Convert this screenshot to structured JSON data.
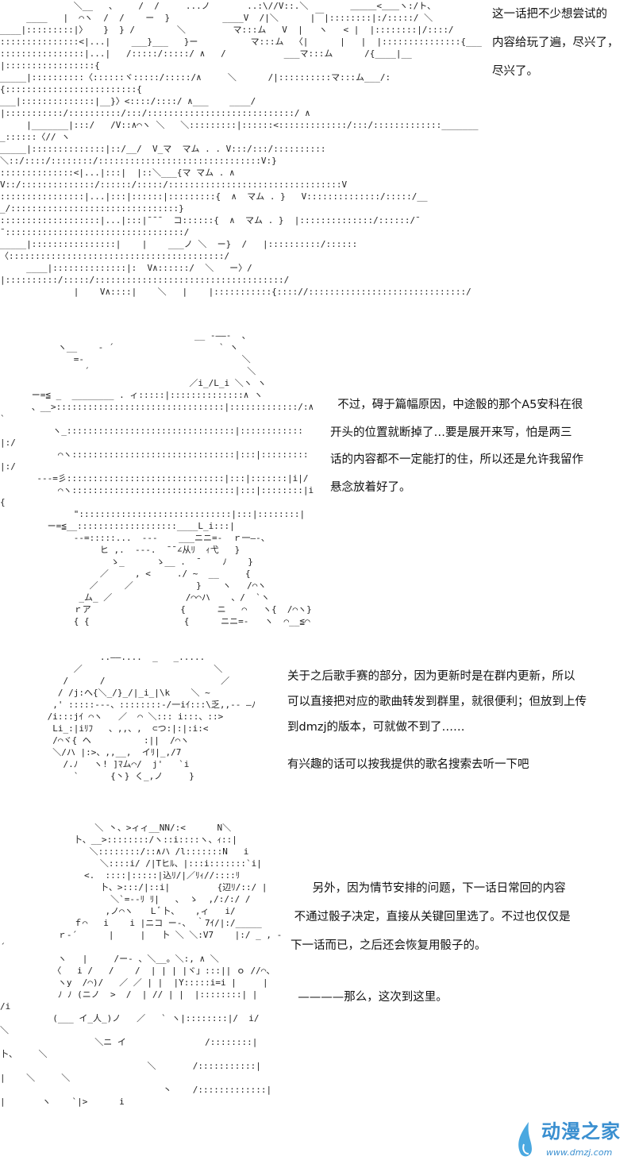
{
  "art": {
    "block1": [
      "              ＼__   、    /  /     ...ノ       ..:\\//V::.＼        ＿＿＿<＿＿ヽ:/ト、",
      "     ____   |  ⌒ヽ  /  /    ー  }          ____V  /|＼      |￣|::::::::|:/:::::/ ＼",
      "____|:::::::::|〉   }  } /        ＼         マ:::ム   V  |   ヽ   < |  |::::::::|/::::/",
      ":::::::::::::::<|...|    ___}___   }ー          マ:::ム  〈|      |   |  |:::::::::::::::{___",
      "::::::::::::::::|...|   /:::::/:::::/ ∧   /           ___マ:::ム      /{____|__|:::::::::::::::::{",
      "_____|::::::::::〈::::::ヾ:::::/:::::/∧     ＼      /|::::::::::マ:::ム___/:{:::::::::::::::::::::::::{",
      "___|::::::::::::::|__}〉<::::/::::/ ∧___    ____/|:::::::::::/::::::::::/:::/::::::::::::::::::::::::::::/ ∧",
      "     |_______|:::/   /V::∧⌒ヽ ＼   ＼:::::::::|::::::<:::::::::::::/:::/:::::::::::::________::::::〈// ヽ",
      "_____|::::::::::::::|::/__/  V_マ  マム . . V:::/:::/::::::::::＼::/::::/::::::::/:::::::::::::::::::::::::::::::V:}",
      "::::::::::::::<|...|:::|  |::＼___{マ マム . ∧  V::/::::::::::::::/::::::/:::::/:::::::::::::::::::::::::::::::::V",
      "::::::::::::::::|...|:::|::::::|:::::::::{  ∧  マム . }   V::::::::::::::/:::::/___/::::::::::::::::::::::::::::::::}",
      ":::::::::::::::::::|...|:::|¯¯¯  コ::::::{  ∧  マム . }  |::::::::::::::/::::::/¯¯::::::::::::::::::::::::::::::::::/",
      "_____|::::::::::::::::|    |    ___ノ ＼  ー}  /   |::::::::::/::::::〈:::::::::::::::::::::::::::::::::::::::::/",
      "     ____|::::::::::::::|:  V∧::::::/  ＼   ー〉/    |::::::::::/:::::/::::::::::::::::::::::::::::::::::::/",
      "              |    V∧::::|    ＼   |    |:::::::::::{:::://::::::::::::::::::::::::::::::/"
    ],
    "block2": [
      "                                     __ -――-  、",
      "           ヽ__    - ´                    ` ヽ",
      "              =-                              ＼",
      "                ´                              ＼",
      "                                    ／i_/L_i ＼ヽ ヽ",
      "      ー=≦ _  ________ . ィ:::::|::::::::::::::∧ ヽ",
      "      、__>::::::::::::::::::::::::::::::::|:::::::::::::/:∧ `",
      "          ヽ_::::::::::::::::::::::::::::::::|::::::::::::|:/",
      "           ⌒ヽ:::::::::::::::::::::::::::::::|:::|:::::::::|:/",
      "       ---=彡::::::::::::::::::::::::::::::|:::|:::::::|i|/",
      "           ⌒ヽ:::::::::::::::::::::::::::::::|:::|::::::::|i{",
      "              \":::::::::::::::::::::::::::::|:::|::::::::|",
      "         ー=≦__:::::::::::::::::::____L_i:::|",
      "              --=:::::...  ---    ___ニニ=-  ｒ一―-、",
      "                   ヒ ,.  ---.  ̄ ̄ ∠从ﾘ  ｨ弋   }",
      "                     ゝ_      ゝ__ .  ̄     ﾉ    }",
      "                   ／     , <     ./ ~  __     {",
      "                 ／     ／            }    ヽ   /⌒ヽ",
      "               _ム_ ／              /⌒⌒ハ    、/  `ヽ",
      "              ｒア                 {      ニ   ⌒   ヽ{  /⌒ヽ}",
      "              { {                  {      ニニ=-   ヽ  ⌒__≦⌒"
    ],
    "block3": [
      "                   ..――....  _   _.....",
      "              ／                         ＼",
      "            /      /                      ／",
      "           / /j:へ{＼_/}_/|_i_|\\k    ＼ ~",
      "          ,' :::::---、::::::::-/一iｲ:::\\乏,,-- ―ﾉ",
      "         /i:::jｲ ⌒ヽ   ／  ⌒ ＼::: i:::、::>",
      "          Li_:|iﾘﾌ   、,,、,  ⊂つ:|:|:i:<",
      "          /⌒ヾ{ ヘ          :||  /⌒ヽ",
      "          ＼/ハ |:>、,,__,  イﾘ|_,/7",
      "            /.ﾉ   ヽ! ]ﾏム⌒/  j'   `i",
      "              `      {丶} く_,ノ     }"
    ],
    "block4": [
      "                  ＼ 丶、>ィィ__NN/:<      N＼",
      "              卜、__>::::::::/ヽ::i::::ヽ、ｨ::|",
      "                 ＼::::::::/::∧ハ /l:::::::N   i",
      "                   ＼::::i/ /|Tヒﾙ、|:::i:::::::`i|",
      "                <.  ::::|:::::|込ﾘ/|／ﾘｨ//::::ﾘ",
      "                   卜、>:::/|::i|         {辺ﾘ/::/ |",
      "                     ＼`=--ﾘ ﾘ|   、 ゝ  ,/:/:/ /",
      "                    ,ノ⌒ヽ   Ｌﾞ卜、   ,ィ   i/",
      "              ｆ⌒   i    i |ニコ ー-、 ｀7ｲ/|:/_____",
      "           ｒ-´      |     |   卜 ＼ ＼:V7    |:/ _ , -´",
      "           ヽ   |     /ー- 、＼__。＼:, ∧ ＼",
      "          〈   i /   /    /  | | | |ヾ」:::|| ｏ //⌒、",
      "           ヽy  /⌒)/   ／ ／ | |  |Y:::::i=i |     |",
      "           ﾉ ﾉ (ニノ  >  /  | // | |  |::::::::| |        /i",
      "          (___ イ_人_)ノ   ／   ` ヽ|::::::::|/  i/    ＼",
      "                  ＼ニ イ               /::::::::|    卜、    ＼",
      "                            ＼       /:::::::::::|      |    ＼     ＼",
      "                               丶    /:::::::::::::|      |       ヽ    `|>      i"
    ]
  },
  "captions": {
    "top": [
      "这一话把不少想尝试的",
      "内容给玩了遍，尽兴了，",
      "尽兴了。"
    ],
    "middle": [
      "  不过，碍于篇幅原因，中途骰的那个A5安科在很",
      "开头的位置就断掉了…要是展开来写，怕是两三",
      "话的内容都不一定能打的住，所以还是允许我留作",
      "悬念放着好了。"
    ],
    "songs": [
      "关于之后歌手赛的部分，因为更新时是在群内更新，所以",
      "可以直接把对应的歌曲转发到群里，就很便利；但放到上传",
      "到dmzj的版本，可就做不到了……",
      "",
      "有兴趣的话可以按我提供的歌名搜索去听一下吧"
    ],
    "daily": [
      "      另外，因为情节安排的问题，下一话日常回的内容",
      " 不通过骰子决定，直接从关键回里选了。不过也仅仅是",
      "下一话而已，之后还会恢复用骰子的。",
      "",
      "",
      "  ————那么，这次到这里。"
    ]
  },
  "watermark": {
    "name": "动漫之家",
    "url": "www.dmzj.com",
    "color": "#3a8fd0"
  }
}
